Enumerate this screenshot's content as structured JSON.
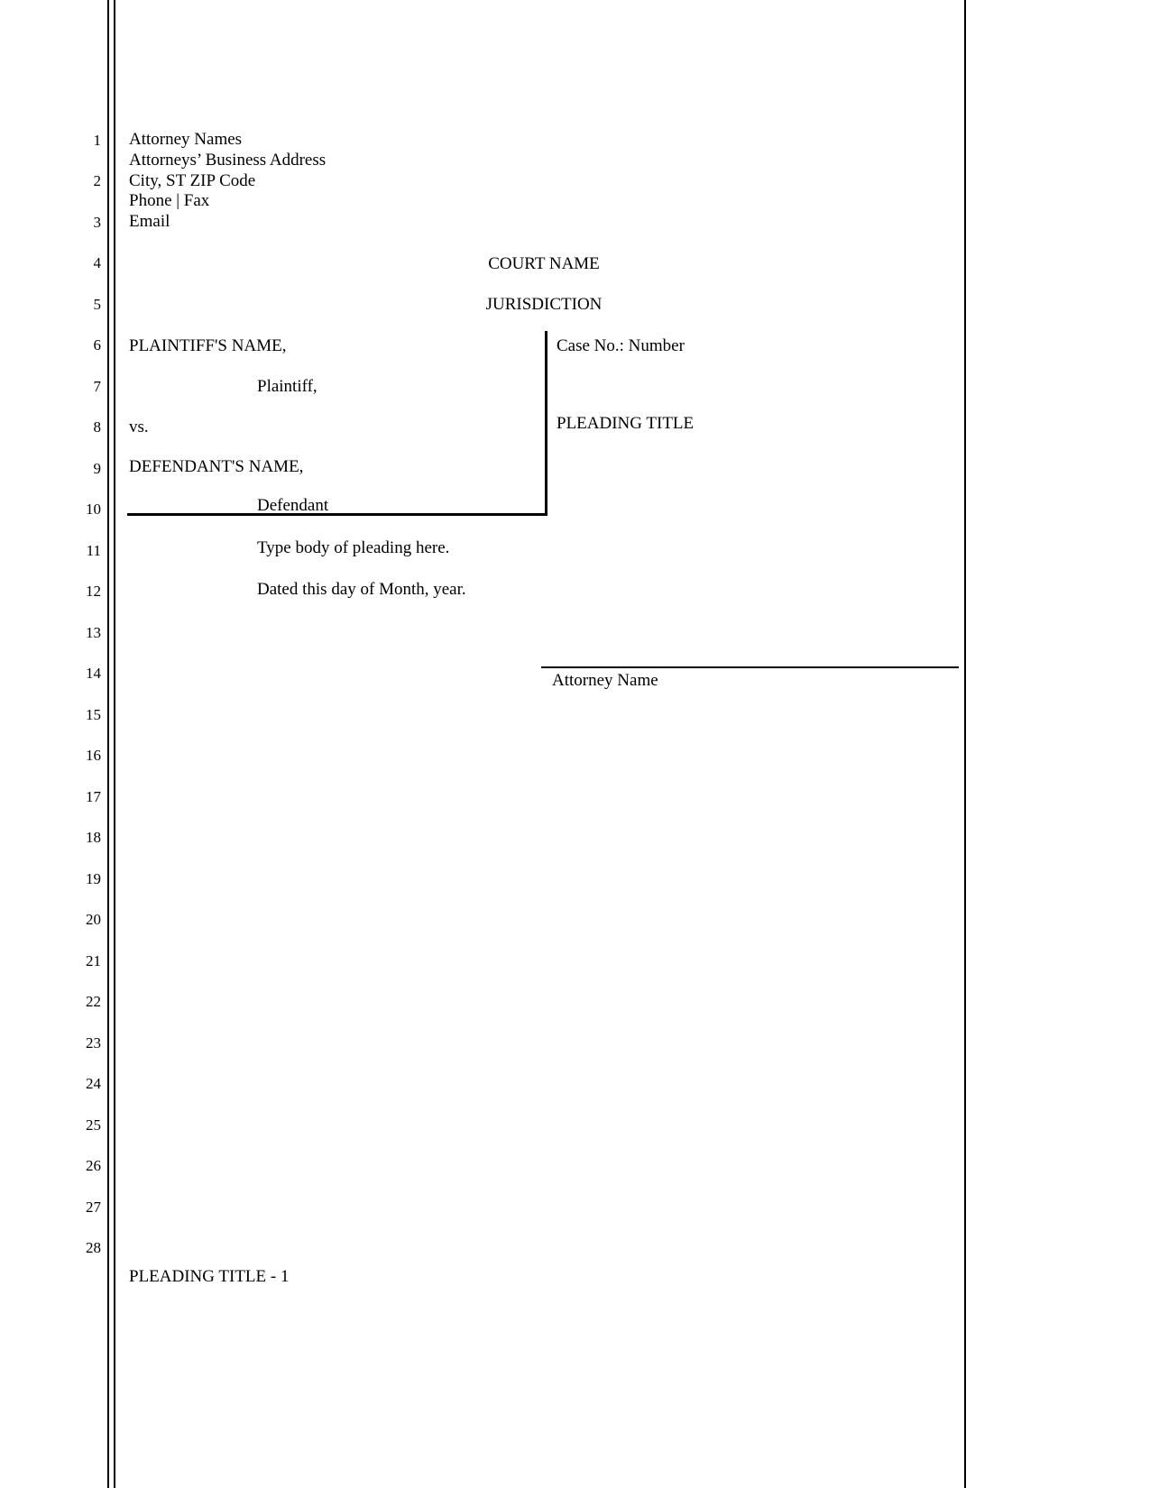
{
  "line_numbers": [
    "1",
    "2",
    "3",
    "4",
    "5",
    "6",
    "7",
    "8",
    "9",
    "10",
    "11",
    "12",
    "13",
    "14",
    "15",
    "16",
    "17",
    "18",
    "19",
    "20",
    "21",
    "22",
    "23",
    "24",
    "25",
    "26",
    "27",
    "28"
  ],
  "attorney_block": {
    "lines": [
      "Attorney Names",
      "Attorneys’ Business Address",
      "City, ST ZIP Code",
      "Phone | Fax",
      "Email"
    ]
  },
  "court": {
    "name": "COURT NAME",
    "jurisdiction": "JURISDICTION"
  },
  "caption": {
    "plaintiff_name": "PLAINTIFF'S NAME,",
    "plaintiff_role": "Plaintiff,",
    "versus": "vs.",
    "defendant_name": "DEFENDANT'S NAME,",
    "defendant_role": "Defendant",
    "case_no": "Case No.: Number",
    "pleading_title": "PLEADING TITLE"
  },
  "body_text": {
    "line1": "Type body of pleading here.",
    "line2": "Dated this day of Month, year."
  },
  "signature": {
    "name": "Attorney Name"
  },
  "footer": {
    "label": "PLEADING TITLE - 1"
  },
  "colors": {
    "rule": "#000000",
    "text": "#000000",
    "page_bg": "#ffffff"
  }
}
